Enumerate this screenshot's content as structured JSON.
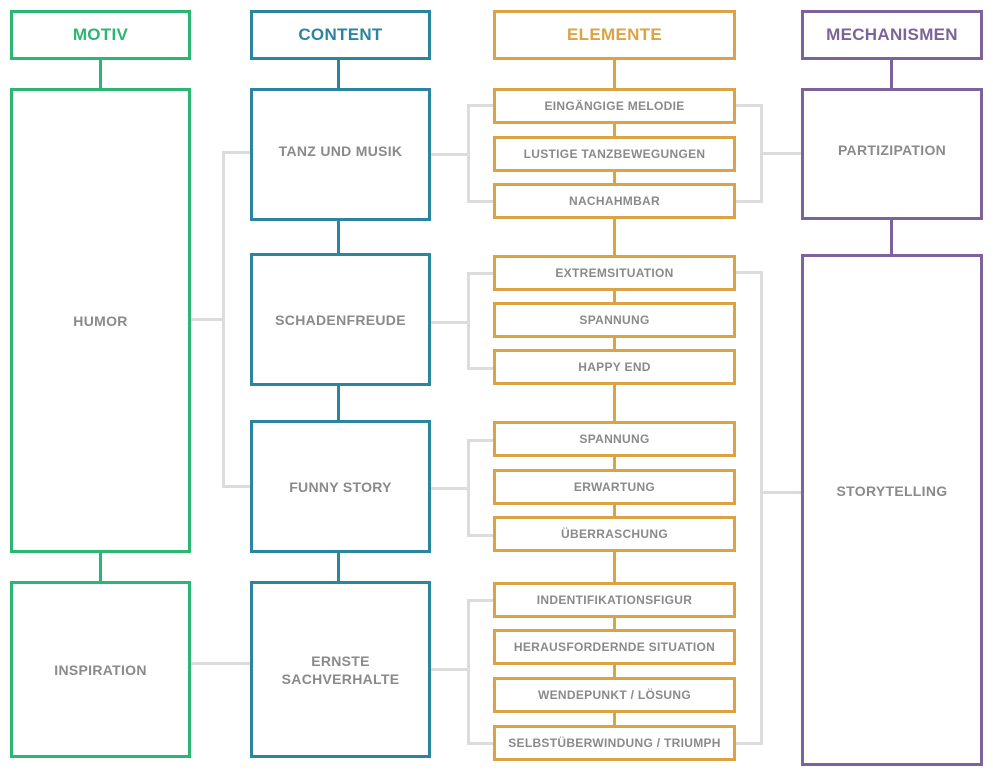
{
  "headers": {
    "motiv": "MOTIV",
    "content": "CONTENT",
    "elemente": "ELEMENTE",
    "mechanismen": "MECHANISMEN"
  },
  "motiv": {
    "humor": "HUMOR",
    "inspiration": "INSPIRATION"
  },
  "content": {
    "tanz": "TANZ UND MUSIK",
    "schadenfreude": "SCHADENFREUDE",
    "funny": "FUNNY STORY",
    "ernste_line1": "ERNSTE",
    "ernste_line2": "SACHVERHALTE"
  },
  "elemente": {
    "tanz": [
      "EINGÄNGIGE MELODIE",
      "LUSTIGE TANZBEWEGUNGEN",
      "NACHAHMBAR"
    ],
    "schadenfreude": [
      "EXTREMSITUATION",
      "SPANNUNG",
      "HAPPY END"
    ],
    "funny": [
      "SPANNUNG",
      "ERWARTUNG",
      "ÜBERRASCHUNG"
    ],
    "ernste": [
      "INDENTIFIKATIONSFIGUR",
      "HERAUSFORDERNDE SITUATION",
      "WENDEPUNKT / LÖSUNG",
      "SELBSTÜBERWINDUNG / TRIUMPH"
    ]
  },
  "mechanismen": {
    "partizipation": "PARTIZIPATION",
    "storytelling": "STORYTELLING"
  },
  "colors": {
    "motiv": "#2bb673",
    "content": "#2b859e",
    "elemente": "#dba343",
    "mechanismen": "#7d6399",
    "connector": "#dcdcdc",
    "text": "#8a8a8a"
  }
}
